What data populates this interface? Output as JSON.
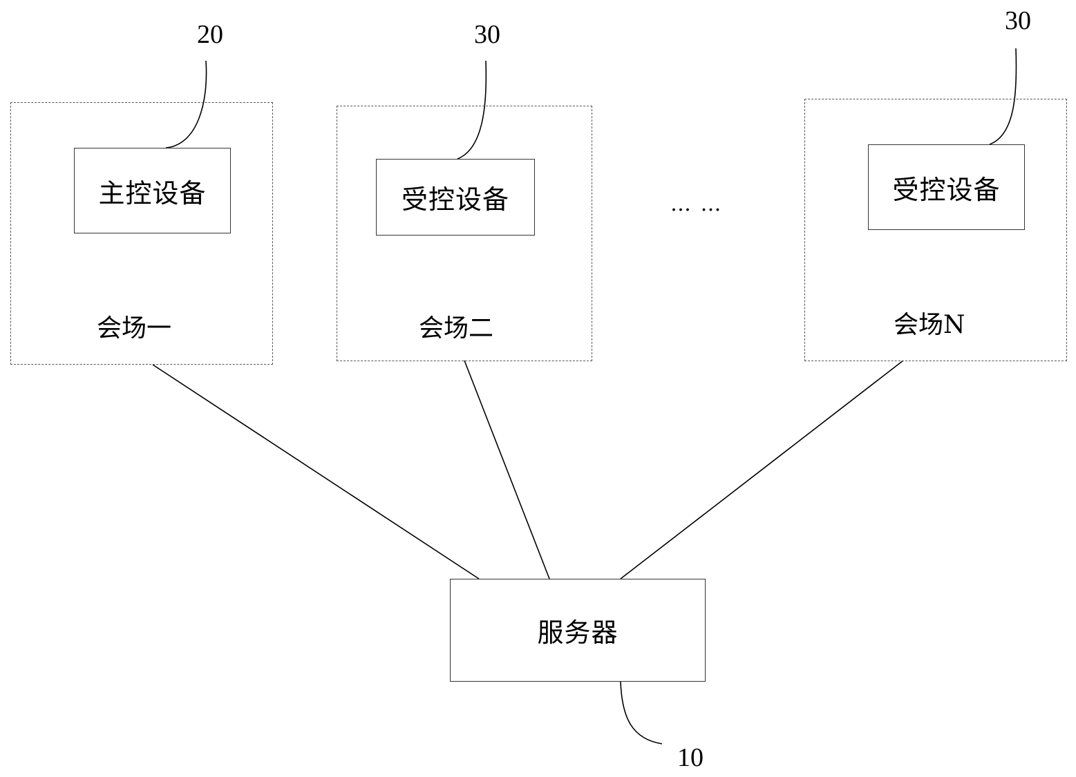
{
  "venues": [
    {
      "name": "会场一",
      "device": "主控设备",
      "ref": "20"
    },
    {
      "name": "会场二",
      "device": "受控设备",
      "ref": "30"
    },
    {
      "name": "会场N",
      "device": "受控设备",
      "ref": "30"
    }
  ],
  "ellipsis": "… …",
  "server": {
    "label": "服务器",
    "ref": "10"
  }
}
